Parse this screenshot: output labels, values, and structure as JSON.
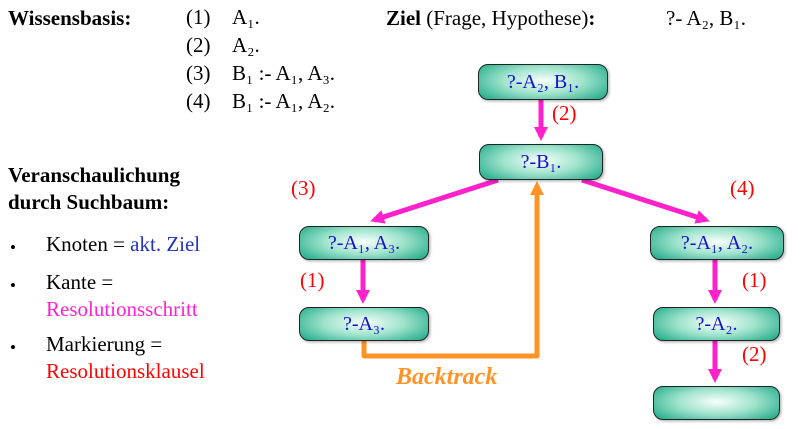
{
  "knowledge_base": {
    "title": "Wissensbasis:",
    "items": [
      {
        "num": "(1)",
        "text": "A₁."
      },
      {
        "num": "(2)",
        "text": "A₂."
      },
      {
        "num": "(3)",
        "text": "B₁ :- A₁, A₃."
      },
      {
        "num": "(4)",
        "text": "B₁ :- A₁, A₂."
      }
    ]
  },
  "goal": {
    "label_bold": "Ziel",
    "label_rest": " (Frage, Hypothese)",
    "label_colon": ":",
    "value": "?- A₂, B₁."
  },
  "legend": {
    "title_line1": "Veranschaulichung",
    "title_line2": "durch Suchbaum:",
    "bullet": "•",
    "items": [
      {
        "prefix": "Knoten = ",
        "highlight": "akt. Ziel",
        "highlight_color": "#2233bb"
      },
      {
        "prefix": "Kante =",
        "highlight": "Resolutionsschritt",
        "highlight_color": "#ff22cc"
      },
      {
        "prefix": "Markierung =",
        "highlight": "Resolutionsklausel",
        "highlight_color": "#ff0000"
      }
    ]
  },
  "tree": {
    "nodes": {
      "root": "?-A₂, B₁.",
      "b1": "?-B₁.",
      "a1a3": "?-A₁, A₃.",
      "a3": "?-A₃.",
      "a1a2": "?-A₁, A₂.",
      "a2": "?-A₂.",
      "empty": ""
    },
    "edge_labels": {
      "root_b1": "(2)",
      "b1_a1a3": "(3)",
      "b1_a1a2": "(4)",
      "a1a3_a3": "(1)",
      "a1a2_a2": "(1)",
      "a2_empty": "(2)"
    },
    "backtrack_label": "Backtrack"
  },
  "colors": {
    "node_fill_center": "#f8fffc",
    "node_fill_edge": "#2eb191",
    "node_text": "#1212cc",
    "edge_magenta": "#ff22cc",
    "backtrack_orange": "#ff9326",
    "edge_label_red": "#ff0000",
    "legend_blue": "#2233bb"
  }
}
